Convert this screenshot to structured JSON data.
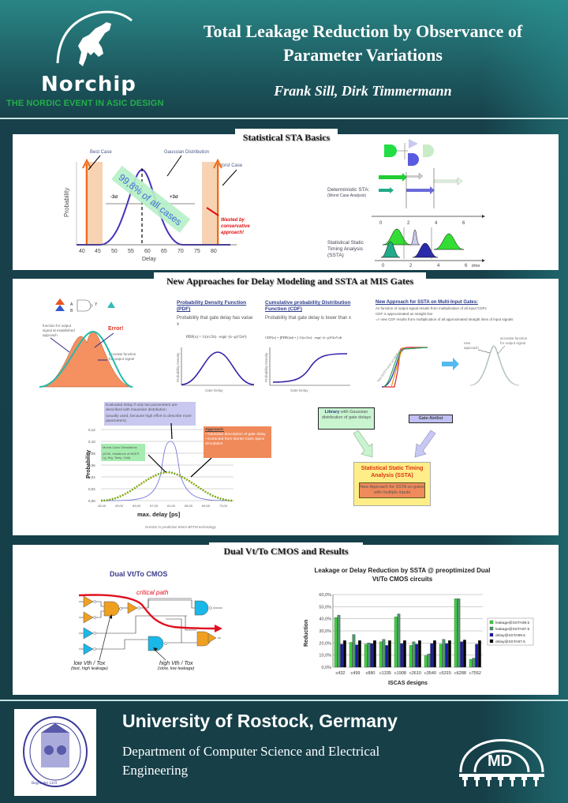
{
  "header": {
    "brand": "Norchip",
    "tagline": "THE NORDIC EVENT IN ASIC DESIGN",
    "title_line1": "Total Leakage Reduction by Observance of",
    "title_line2": "Parameter Variations",
    "authors": "Frank Sill, Dirk Timmermann"
  },
  "section1": {
    "title": "Statistical STA Basics",
    "gauss_chart": {
      "label_best": "Best Case",
      "label_gauss": "Gaussian Distribution",
      "label_worst": "Worst Case",
      "minus_sigma": "-3σ",
      "plus_sigma": "+3σ",
      "band": "99,8% of all cases",
      "wasted": "Wasted by conservative approach!",
      "ylabel": "Probability",
      "xlabel": "Delay",
      "xticks": [
        "40",
        "45",
        "50",
        "55",
        "60",
        "65",
        "70",
        "75",
        "80"
      ]
    },
    "sta": {
      "det_label": "Deterministic STA:",
      "det_sub": "(Worst Case Analysis)",
      "ssta_label1": "Statistical Static",
      "ssta_label2": "Timing Analysis",
      "ssta_label3": "(SSTA)",
      "ticks": [
        "0",
        "2",
        "4",
        "6"
      ],
      "time": "time"
    }
  },
  "section2": {
    "title": "New Approaches for Delay Modeling and SSTA at MIS Gates",
    "gate": {
      "a": "A",
      "b": "B",
      "y": "Y"
    },
    "err_label": "Error!",
    "established": "function for output signal at established approach",
    "accurate": "accurate function for output signal",
    "pdf": {
      "title": "Probability Density Function (PDF)",
      "desc": "Probability that gate delay has value x",
      "formula": "PDF(x) = 1/(σ√2π) · exp(−(x−μ)²/2σ²)",
      "ylabel": "Probability Density",
      "xlabel": "Gate Delay"
    },
    "cdf": {
      "title": "Cumulative probability Distribution Function (CDF)",
      "desc": "Probability that gate delay is lower than x",
      "formula": "CDF(x) = ∫PDF(t)dt = ∫ 1/(σ√2π) · exp(−(t−μ)²/2σ²) dt",
      "ylabel": "Probability Density",
      "xlabel": "Gate Delay"
    },
    "new_approach": {
      "title": "New Approach for SSTA on Multi-Input Gates:",
      "line1": "As function of output signal results from multiplication of all input CDFs",
      "line2": "CDF is approximated as straight line",
      "line3": "=> new CDF results from multiplication of all approximated straight lines of input signals",
      "new_label": "new approach",
      "accurate_label": "accurate function for output signal"
    },
    "mc_chart": {
      "note_blue1": "Evaluated delay if only two parameters are described with Gaussian distribution",
      "note_blue2": "(usually used, because high effort to describe more parameters)",
      "approach_title": "Approach:",
      "approach_items": [
        "Gaussian description of gate delay",
        "Extracted from Monte-Carlo Spice Simulation"
      ],
      "mc_title": "Monte-Carlo Simulations",
      "mc_sub": "(#10k, Variations of NDEP, Lg, Wg, Temp, Vdd)",
      "ylabel": "Probability",
      "xlabel": "max. delay [ps]",
      "yticks": [
        "0,12",
        "0,10",
        "0,08",
        "0,06",
        "0,04",
        "0,02",
        "0,00"
      ],
      "xticks": [
        "45,00",
        "49,00",
        "53,00",
        "57,00",
        "61,00",
        "65,00",
        "69,00",
        "73,00"
      ],
      "footnote": "NAND2 in predictive 65nm BPTM technology"
    },
    "flow": {
      "library_bold": "Library",
      "library_rest": " with Gaussian distribution of gate delays",
      "netlist": "Gate-Netlist",
      "ssta_title": "Statistical Static Timing Analysis (SSTA)",
      "ssta_inner": "New Approach for SSTA on gates with multiple inputs"
    }
  },
  "section3": {
    "title": "Dual Vt/To CMOS and Results",
    "circuit_title": "Dual Vt/To CMOS",
    "critical": "critical path",
    "low_label": "low Vth / Tox",
    "low_sub": "(fast, high leakage)",
    "high_label": "high Vth / Tox",
    "high_sub": "(slow, low leakage)"
  },
  "chart_data": {
    "type": "bar",
    "title": "Leakage or Delay Reduction by SSTA @ preoptimized Dual Vt/To CMOS circuits",
    "xlabel": "ISCAS designs",
    "ylabel": "Reduction",
    "ylim": [
      0,
      60
    ],
    "yticks": [
      "0,0%",
      "10,0%",
      "20,0%",
      "30,0%",
      "40,0%",
      "50,0%",
      "60,0%"
    ],
    "grid": true,
    "legend_position": "right",
    "categories": [
      "c432",
      "c499",
      "c880",
      "c1335",
      "c1908",
      "c2610",
      "c3540",
      "c5315",
      "c6288",
      "c7552"
    ],
    "series": [
      {
        "name": "leakage@SSTA99.5",
        "color": "#3fd43f",
        "values": [
          41,
          20.5,
          19,
          21,
          41.5,
          18,
          9.5,
          19,
          56.5,
          6.5
        ]
      },
      {
        "name": "leakage@SSTA97.5",
        "color": "#4a9a6a",
        "values": [
          43,
          27,
          20,
          23,
          44,
          21,
          11,
          23,
          56.5,
          7.5
        ]
      },
      {
        "name": "delay@SSTA99.5",
        "color": "#1a1aa6",
        "values": [
          19,
          18.5,
          19.5,
          18,
          19.5,
          19,
          19.5,
          19.5,
          21,
          19
        ]
      },
      {
        "name": "delay@SSTA97.5",
        "color": "#000000",
        "values": [
          22,
          22,
          22,
          22,
          22,
          22,
          22,
          22,
          22.5,
          22
        ]
      }
    ]
  },
  "footer": {
    "university": "University of Rostock, Germany",
    "department": "Department of Computer Science and Electrical Engineering",
    "seal_text": "Begründet 1419",
    "md_logo": "MD"
  }
}
